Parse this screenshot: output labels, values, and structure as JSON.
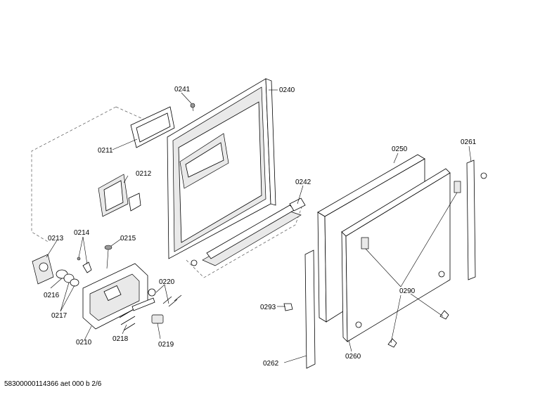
{
  "footer": "58300000114366 aet 000 b 2/6",
  "labels": {
    "p0211": "0211",
    "p0212": "0212",
    "p0213": "0213",
    "p0214": "0214",
    "p0215": "0215",
    "p0216": "0216",
    "p0217": "0217",
    "p0210": "0210",
    "p0218": "0218",
    "p0219": "0219",
    "p0220": "0220",
    "p0240": "0240",
    "p0241": "0241",
    "p0242": "0242",
    "p0250": "0250",
    "p0260": "0260",
    "p0261": "0261",
    "p0262": "0262",
    "p0290": "0290",
    "p0293": "0293"
  }
}
